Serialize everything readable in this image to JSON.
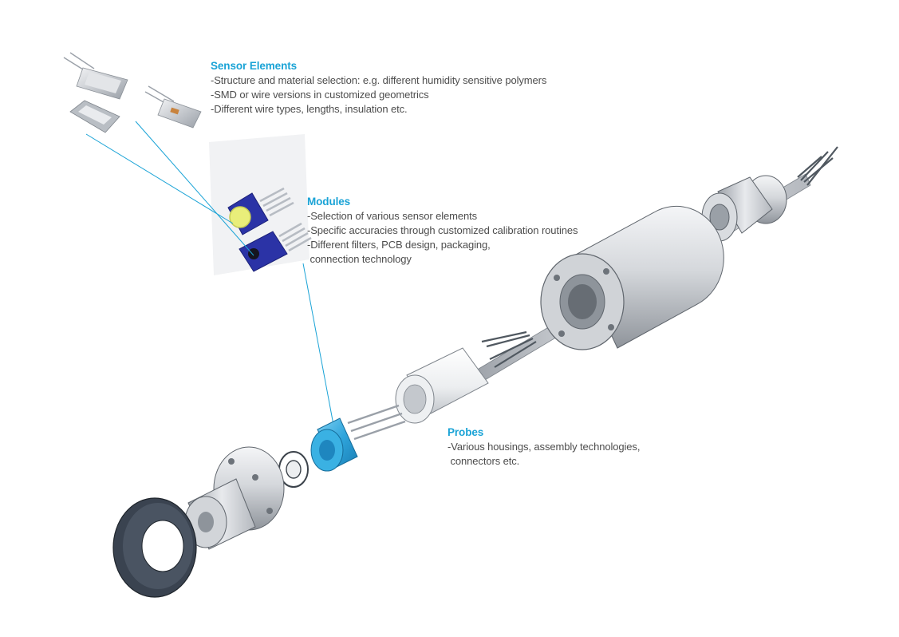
{
  "sections": {
    "sensor_elements": {
      "title": "Sensor Elements",
      "lines": [
        "-Structure and material selection: e.g. different humidity sensitive polymers",
        "-SMD or wire versions in customized geometrics",
        "-Different wire types, lengths, insulation etc."
      ]
    },
    "modules": {
      "title": "Modules",
      "lines": [
        "-Selection of various sensor elements",
        "-Specific accuracies through customized calibration routines",
        "-Different filters, PCB design, packaging,",
        " connection technology"
      ]
    },
    "probes": {
      "title": "Probes",
      "lines": [
        "-Various housings, assembly technologies,",
        " connectors etc."
      ]
    }
  },
  "colors": {
    "accent": "#1aa3d6",
    "text": "#4d4d4d",
    "module_board": "#2b33a6",
    "filter_blue": "#2fa5dc",
    "gasket_dark": "#3a4350"
  }
}
